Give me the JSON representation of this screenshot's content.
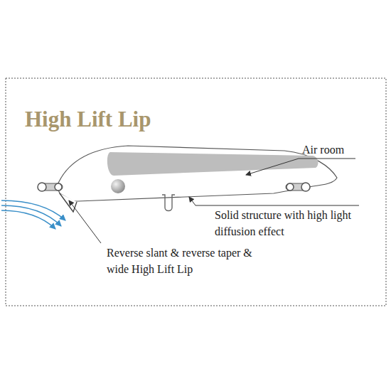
{
  "diagram": {
    "title": "High Lift Lip",
    "labels": [
      "Air room",
      "Solid structure with high light diffusion effect",
      "Reverse slant & reverse taper & wide High Lift Lip"
    ]
  }
}
